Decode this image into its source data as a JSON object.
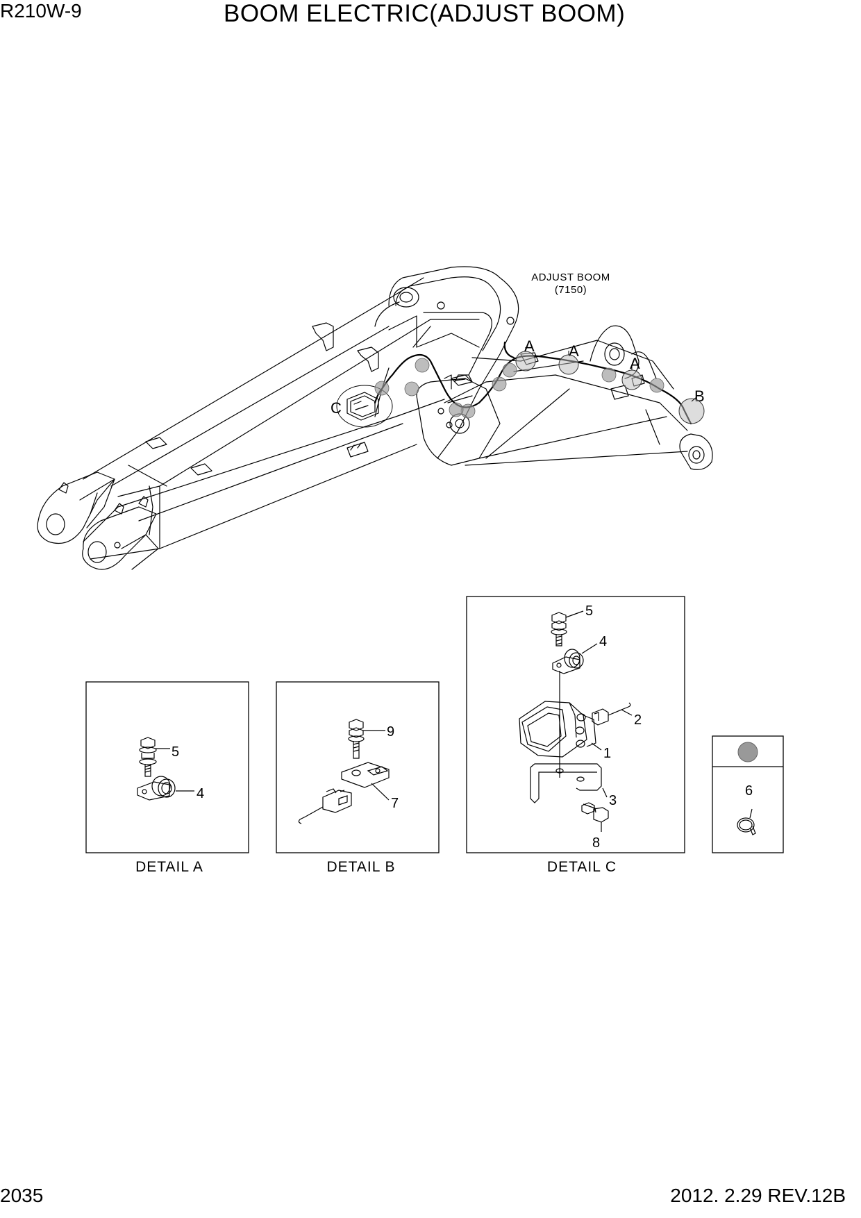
{
  "header": {
    "model": "R210W-9",
    "title": "BOOM ELECTRIC(ADJUST BOOM)"
  },
  "footer": {
    "page": "2035",
    "revision": "2012. 2.29  REV.12B"
  },
  "main_drawing": {
    "label_line1": "ADJUST BOOM",
    "label_line2": "(7150)",
    "refs": {
      "a1": "A",
      "a2": "A",
      "a3": "A",
      "b": "B",
      "c": "C"
    }
  },
  "detail_a": {
    "caption": "DETAIL  A",
    "callouts": {
      "bolt": "5",
      "clamp": "4"
    }
  },
  "detail_b": {
    "caption": "DETAIL  B",
    "callouts": {
      "bolt": "9",
      "bracket": "7"
    }
  },
  "detail_c": {
    "caption": "DETAIL  C",
    "callouts": {
      "bolt_top": "5",
      "clamp": "4",
      "harness": "2",
      "lamp": "1",
      "bracket": "3",
      "bolt_bottom": "8"
    }
  },
  "legend": {
    "callout": "6"
  }
}
